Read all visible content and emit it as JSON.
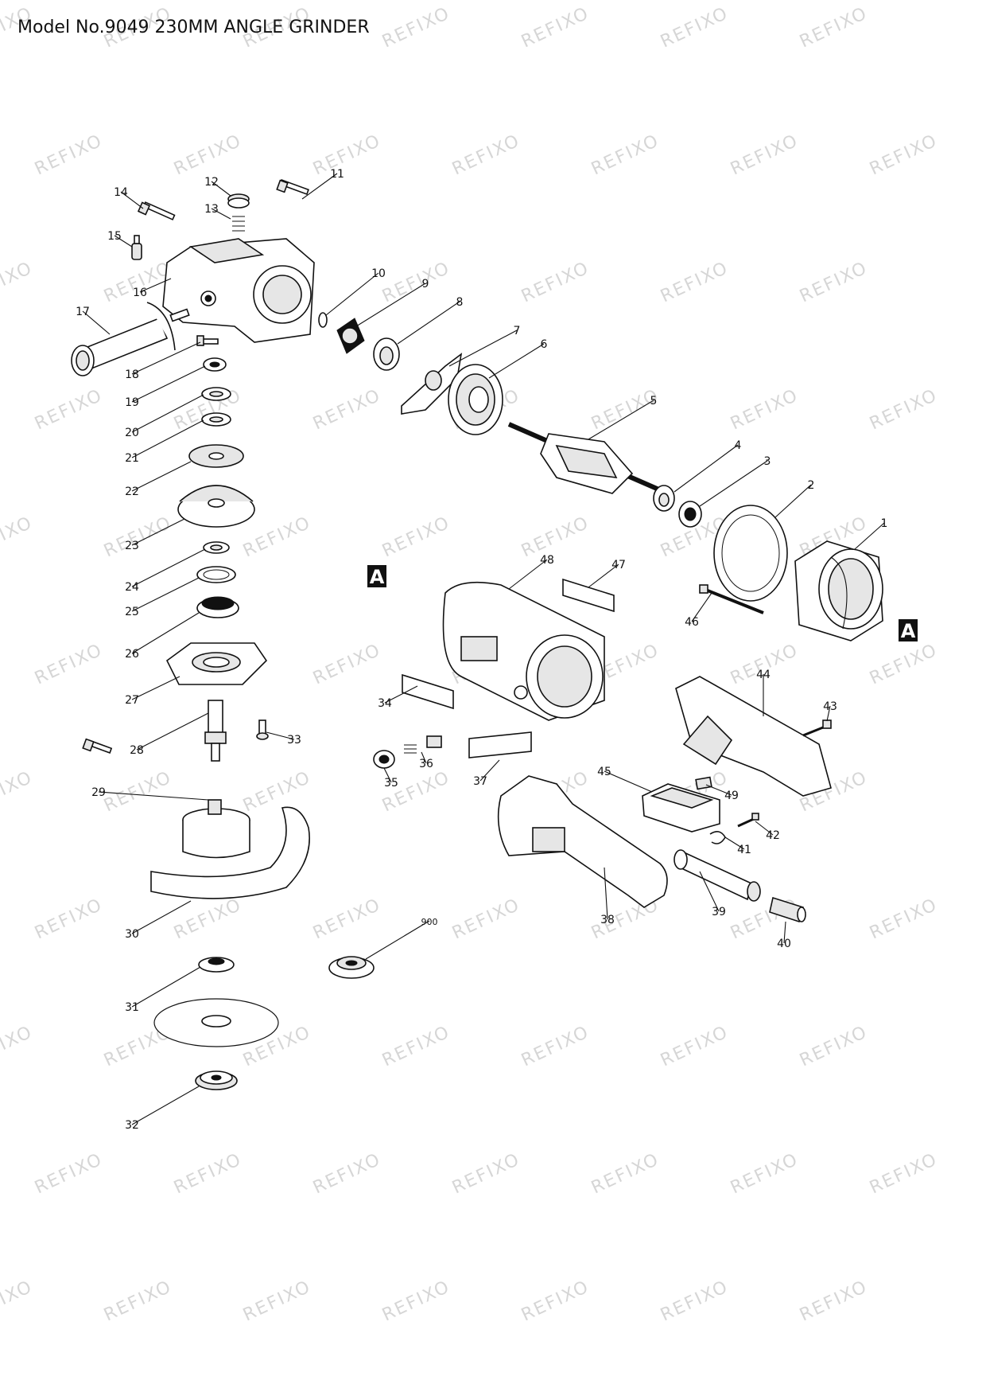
{
  "title": "Model No.9049 230MM ANGLE GRINDER",
  "watermark": "REFIXO",
  "marker": "A",
  "parts": [
    {
      "id": "1",
      "label": "1"
    },
    {
      "id": "2",
      "label": "2"
    },
    {
      "id": "3",
      "label": "3"
    },
    {
      "id": "4",
      "label": "4"
    },
    {
      "id": "5",
      "label": "5"
    },
    {
      "id": "6",
      "label": "6"
    },
    {
      "id": "7",
      "label": "7"
    },
    {
      "id": "8",
      "label": "8"
    },
    {
      "id": "9",
      "label": "9"
    },
    {
      "id": "10",
      "label": "10"
    },
    {
      "id": "11",
      "label": "11"
    },
    {
      "id": "12",
      "label": "12"
    },
    {
      "id": "13",
      "label": "13"
    },
    {
      "id": "14",
      "label": "14"
    },
    {
      "id": "15",
      "label": "15"
    },
    {
      "id": "16",
      "label": "16"
    },
    {
      "id": "17",
      "label": "17"
    },
    {
      "id": "18",
      "label": "18"
    },
    {
      "id": "19",
      "label": "19"
    },
    {
      "id": "20",
      "label": "20"
    },
    {
      "id": "21",
      "label": "21"
    },
    {
      "id": "22",
      "label": "22"
    },
    {
      "id": "23",
      "label": "23"
    },
    {
      "id": "24",
      "label": "24"
    },
    {
      "id": "25",
      "label": "25"
    },
    {
      "id": "26",
      "label": "26"
    },
    {
      "id": "27",
      "label": "27"
    },
    {
      "id": "28",
      "label": "28"
    },
    {
      "id": "29",
      "label": "29"
    },
    {
      "id": "30",
      "label": "30"
    },
    {
      "id": "31",
      "label": "31"
    },
    {
      "id": "32",
      "label": "32"
    },
    {
      "id": "33",
      "label": "33"
    },
    {
      "id": "34",
      "label": "34"
    },
    {
      "id": "35",
      "label": "35"
    },
    {
      "id": "36",
      "label": "36"
    },
    {
      "id": "37",
      "label": "37"
    },
    {
      "id": "38",
      "label": "38"
    },
    {
      "id": "39",
      "label": "39"
    },
    {
      "id": "40",
      "label": "40"
    },
    {
      "id": "41",
      "label": "41"
    },
    {
      "id": "42",
      "label": "42"
    },
    {
      "id": "43",
      "label": "43"
    },
    {
      "id": "44",
      "label": "44"
    },
    {
      "id": "45",
      "label": "45"
    },
    {
      "id": "46",
      "label": "46"
    },
    {
      "id": "47",
      "label": "47"
    },
    {
      "id": "48",
      "label": "48"
    },
    {
      "id": "49",
      "label": "49"
    },
    {
      "id": "900",
      "label": "900"
    }
  ]
}
